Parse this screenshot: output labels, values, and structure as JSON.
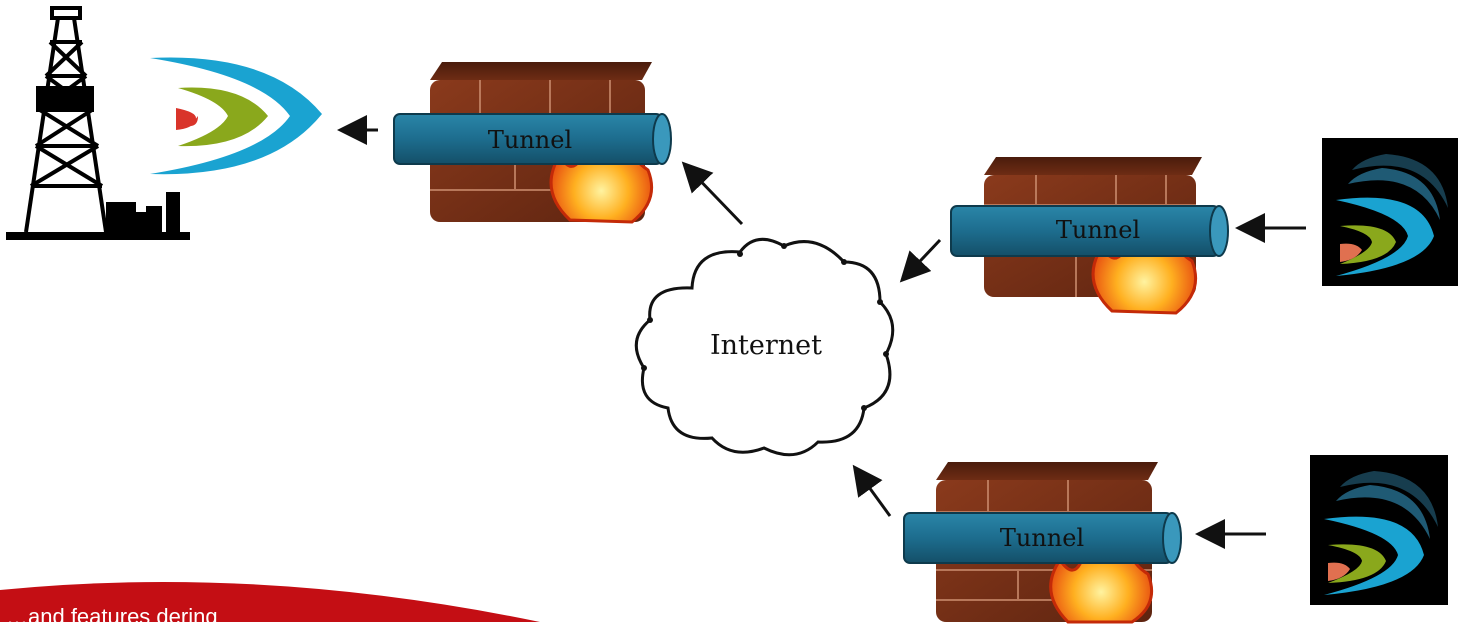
{
  "diagram": {
    "cloud_label": "Internet",
    "tunnels": [
      {
        "id": "top-left",
        "label": "Tunnel"
      },
      {
        "id": "middle-right",
        "label": "Tunnel"
      },
      {
        "id": "bottom-right",
        "label": "Tunnel"
      }
    ],
    "footer_text": "…and features dering",
    "icons": [
      "oil-derrick-icon",
      "brand-logo-icon",
      "firewall-icon",
      "tunnel-pipe-icon",
      "internet-cloud-icon",
      "arrow-icon"
    ],
    "colors": {
      "brick": "#7a3018",
      "brick_top": "#5a2410",
      "tunnel": "#1f6f8f",
      "tunnel_dark": "#155470",
      "logo_blue": "#1aa3d1",
      "logo_green": "#8aa81c",
      "logo_red": "#d9342a",
      "footer_red": "#c40e14"
    }
  }
}
